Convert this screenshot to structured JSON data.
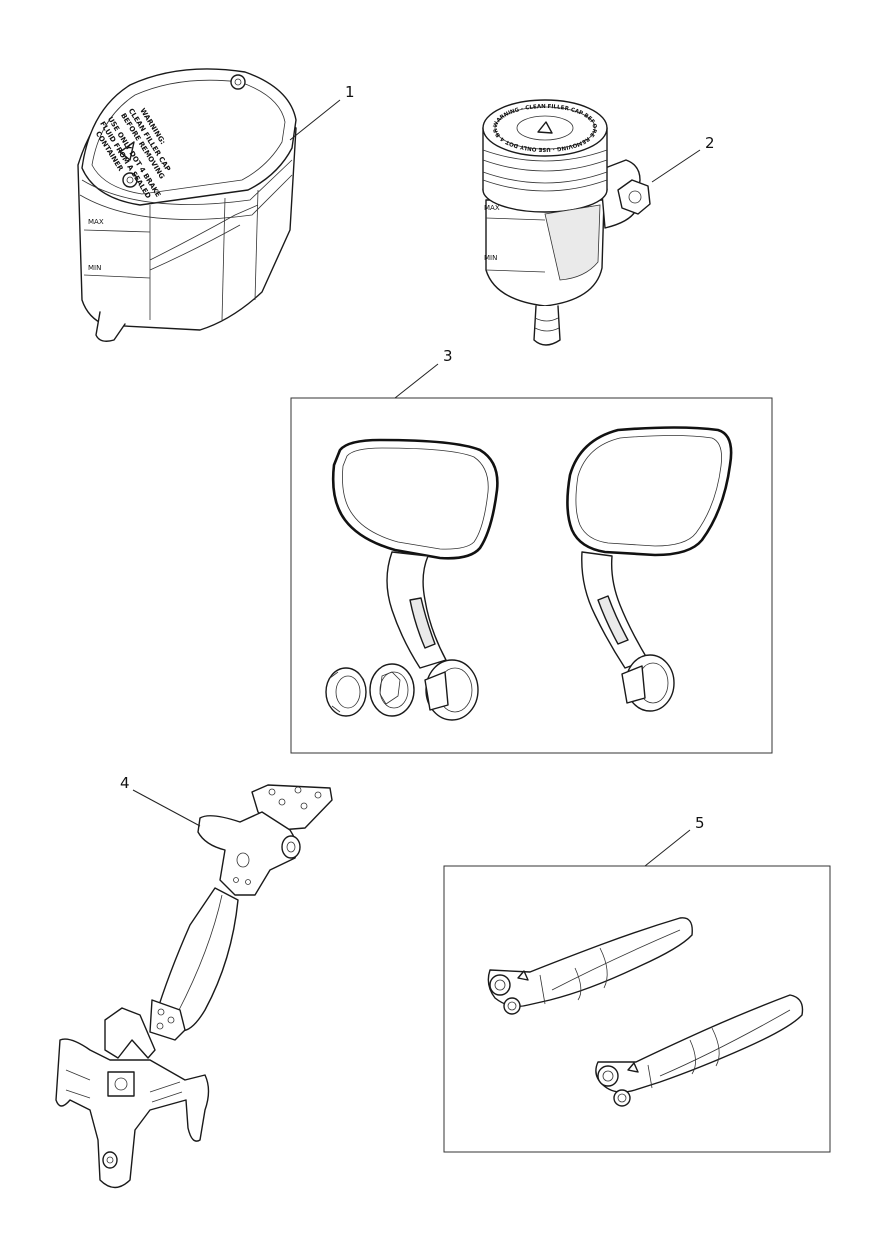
{
  "callouts": {
    "c1": "1",
    "c2": "2",
    "c3": "3",
    "c4": "4",
    "c5": "5"
  },
  "reservoir_rect": {
    "warning_title": "WARNING:",
    "line1": "CLEAN FILLER CAP",
    "line2": "BEFORE REMOVING",
    "line3": "USE ONLY DOT 4 BRAKE",
    "line4": "FLUID FROM A SEALED",
    "line5": "CONTAINER",
    "max": "MAX",
    "min": "MIN"
  },
  "reservoir_round": {
    "cap_ring": "WARNING · CLEAN FILLER CAP BEFORE REMOVING · USE ONLY DOT 4 BRAKE FLUID FROM A SEALED CONTAINER",
    "max": "MAX",
    "min": "MIN"
  }
}
